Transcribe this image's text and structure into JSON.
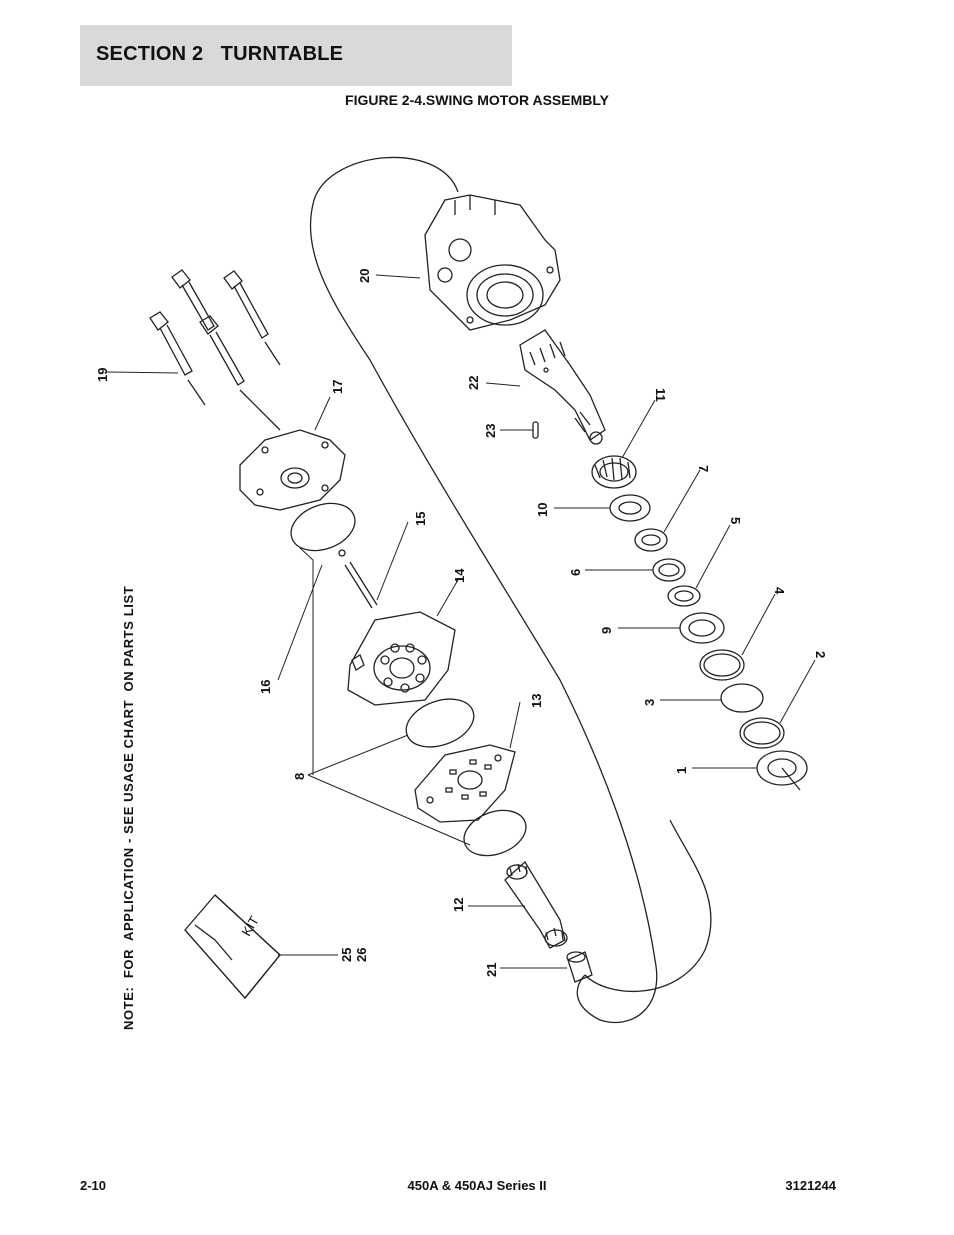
{
  "header": {
    "section_title": "SECTION 2   TURNTABLE"
  },
  "figure": {
    "title": "FIGURE 2-4.SWING MOTOR ASSEMBLY"
  },
  "note": "NOTE:  FOR  APPLICATION - SEE USAGE CHART  ON PARTS LIST",
  "kit_label": "KIT",
  "callouts": {
    "c1": "1",
    "c2": "2",
    "c3": "3",
    "c4": "4",
    "c5": "5",
    "c6": "6",
    "c7": "7",
    "c8": "8",
    "c9": "9",
    "c10": "10",
    "c11": "11",
    "c12": "12",
    "c13": "13",
    "c14": "14",
    "c15": "15",
    "c16": "16",
    "c17": "17",
    "c19": "19",
    "c20": "20",
    "c21": "21",
    "c22": "22",
    "c23": "23",
    "c25": "25",
    "c26": "26"
  },
  "footer": {
    "page": "2-10",
    "model": "450A & 450AJ Series II",
    "doc_number": "3121244"
  }
}
